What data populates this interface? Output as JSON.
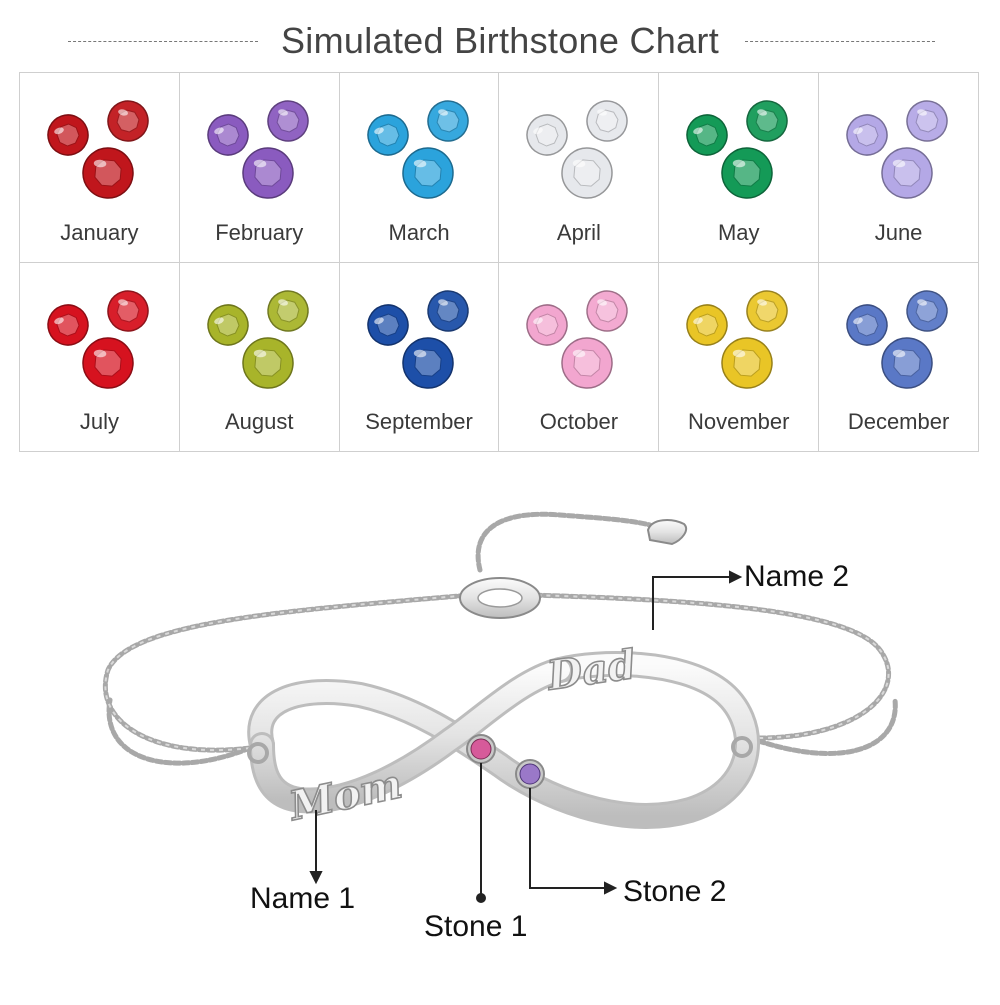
{
  "chart": {
    "title": "Simulated Birthstone Chart",
    "months": [
      {
        "label": "January",
        "color": "#c0161c"
      },
      {
        "label": "February",
        "color": "#8a5bbf"
      },
      {
        "label": "March",
        "color": "#2ba3dc"
      },
      {
        "label": "April",
        "color": "#e6e8ec"
      },
      {
        "label": "May",
        "color": "#149a57"
      },
      {
        "label": "June",
        "color": "#b4a8e6"
      },
      {
        "label": "July",
        "color": "#d6121f"
      },
      {
        "label": "August",
        "color": "#a8b42a"
      },
      {
        "label": "September",
        "color": "#1d4fa8"
      },
      {
        "label": "October",
        "color": "#f2a6cf"
      },
      {
        "label": "November",
        "color": "#e9c526"
      },
      {
        "label": "December",
        "color": "#5a78c6"
      }
    ]
  },
  "bracelet": {
    "engraving_left": "Mom",
    "engraving_right": "Dad",
    "stone1_color": "#d65a9a",
    "stone2_color": "#9a78c8",
    "callouts": {
      "name1": "Name 1",
      "name2": "Name 2",
      "stone1": "Stone 1",
      "stone2": "Stone 2"
    }
  }
}
